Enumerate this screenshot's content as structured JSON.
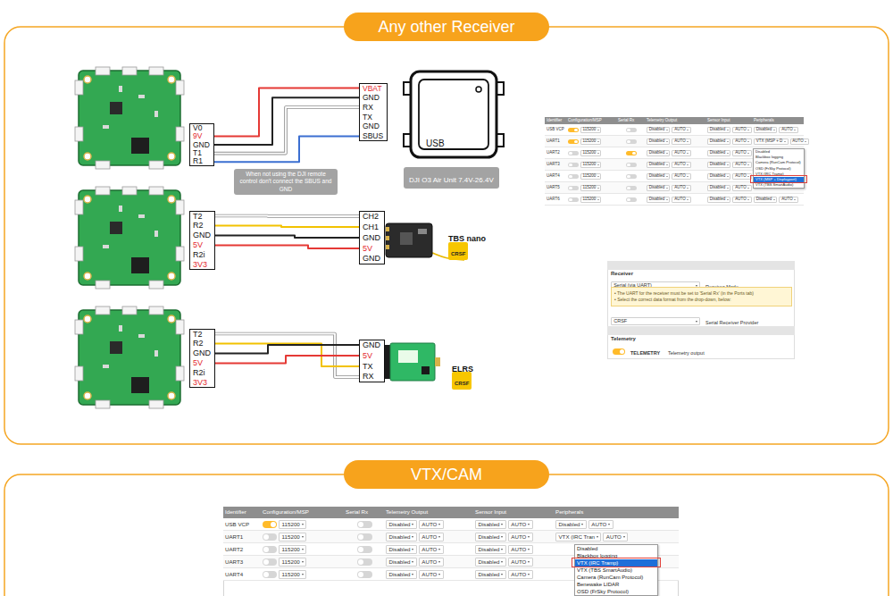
{
  "diagram": {
    "nodes": [
      {
        "text": [
          "Any other Receiver"
        ]
      },
      {
        "text": [
          "V0"
        ]
      },
      {
        "text": [
          "9V"
        ]
      },
      {
        "text": [
          "GND"
        ]
      },
      {
        "text": [
          "T1"
        ]
      },
      {
        "text": [
          "R1"
        ]
      },
      {
        "text": [
          "VBAT"
        ]
      },
      {
        "text": [
          "GND"
        ]
      },
      {
        "text": [
          "RX"
        ]
      },
      {
        "text": [
          "TX"
        ]
      },
      {
        "text": [
          "GND"
        ]
      },
      {
        "text": [
          "SBUS"
        ]
      },
      {
        "text": [
          "When not using the DJI remote control don't connect the SBUS and GND"
        ]
      },
      {
        "text": [
          "DJI O3 Air Unit 7.4V-26.4V"
        ]
      },
      {
        "text": [
          "T2"
        ]
      },
      {
        "text": [
          "R2"
        ]
      },
      {
        "text": [
          "GND"
        ]
      },
      {
        "text": [
          "5V"
        ]
      },
      {
        "text": [
          "R2i"
        ]
      },
      {
        "text": [
          "3V3"
        ]
      },
      {
        "text": [
          "CH2"
        ]
      },
      {
        "text": [
          "CH1"
        ]
      },
      {
        "text": [
          "GND"
        ]
      },
      {
        "text": [
          "5V"
        ]
      },
      {
        "text": [
          "GND"
        ]
      },
      {
        "text": [
          "CRSF"
        ]
      },
      {
        "text": [
          "T2"
        ]
      },
      {
        "text": [
          "R2"
        ]
      },
      {
        "text": [
          "GND"
        ]
      },
      {
        "text": [
          "5V"
        ]
      },
      {
        "text": [
          "R2i"
        ]
      },
      {
        "text": [
          "3V3"
        ]
      },
      {
        "text": [
          "GND"
        ]
      },
      {
        "text": [
          "5V"
        ]
      },
      {
        "text": [
          "TX"
        ]
      },
      {
        "text": [
          "RX"
        ]
      },
      {
        "text": [
          "CRSF"
        ]
      },
      {
        "text": [
          "VTX/CAM"
        ]
      }
    ],
    "edges": [
      {
        "from": 2,
        "to": 6,
        "arrow": "none"
      },
      {
        "from": 3,
        "to": 7,
        "arrow": "none"
      },
      {
        "from": 4,
        "to": 8,
        "arrow": "none"
      },
      {
        "from": 5,
        "to": 11,
        "arrow": "none"
      },
      {
        "from": 14,
        "to": 20,
        "arrow": "none"
      },
      {
        "from": 15,
        "to": 21,
        "arrow": "none"
      },
      {
        "from": 16,
        "to": 22,
        "arrow": "none"
      },
      {
        "from": 17,
        "to": 23,
        "arrow": "none"
      },
      {
        "from": 26,
        "to": 35,
        "arrow": "none"
      },
      {
        "from": 27,
        "to": 34,
        "arrow": "none"
      },
      {
        "from": 28,
        "to": 32,
        "arrow": "none"
      },
      {
        "from": 29,
        "to": 33,
        "arrow": "none"
      }
    ],
    "labels": [
      "USB",
      "TBS nano",
      "ELRS",
      "Identifier",
      "Configuration/MSP",
      "Serial Rx",
      "Telemetry Output",
      "Sensor Input",
      "Peripherals",
      "USB VCP",
      "115200",
      "Disabled",
      "AUTO",
      "Disabled",
      "AUTO",
      "Disabled",
      "AUTO",
      "UART1",
      "115200",
      "Disabled",
      "AUTO",
      "Disabled",
      "AUTO",
      "VTX (MSP + D",
      "AUTO",
      "UART2",
      "115200",
      "Disabled",
      "AUTO",
      "Disabled",
      "AUTO",
      "UART3",
      "115200",
      "Disabled",
      "AUTO",
      "Disabled",
      "AUTO",
      "UART4",
      "115200",
      "Disabled",
      "AUTO",
      "Disabled",
      "AUTO",
      "UART5",
      "115200",
      "Disabled",
      "AUTO",
      "Disabled",
      "AUTO",
      "UART6",
      "115200",
      "Disabled",
      "AUTO",
      "Disabled",
      "AUTO",
      "Disabled",
      "AUTO",
      "Disabled",
      "Blackbox logging",
      "Camera (RunCam Protocol)",
      "OSD (FrSky Protocol)",
      "VTX (IRC Tramp)",
      "VTX (MSP + Displayport)",
      "VTX (TBS SmartAudio)",
      "Receiver",
      "Serial (via UART)",
      "Receiver Mode",
      "• The UART for the receiver must be set to 'Serial Rx' (in the Ports tab)",
      "• Select the correct data format from the drop-down, below:",
      "CRSF",
      "Serial Receiver Provider",
      "Telemetry",
      "TELEMETRY",
      "Telemetry output",
      "Identifier",
      "Configuration/MSP",
      "Serial Rx",
      "Telemetry Output",
      "Sensor Input",
      "Peripherals",
      "USB VCP",
      "115200",
      "Disabled",
      "AUTO",
      "Disabled",
      "AUTO",
      "Disabled",
      "AUTO",
      "UART1",
      "115200",
      "Disabled",
      "AUTO",
      "Disabled",
      "AUTO",
      "VTX (IRC Tran",
      "AUTO",
      "UART2",
      "115200",
      "Disabled",
      "AUTO",
      "Disabled",
      "AUTO",
      "UART3",
      "115200",
      "Disabled",
      "AUTO",
      "Disabled",
      "AUTO",
      "UART4",
      "115200",
      "Disabled",
      "AUTO",
      "Disabled",
      "AUTO",
      "Disabled",
      "Blackbox logging",
      "VTX (IRC Tramp)",
      "VTX (TBS SmartAudio)",
      "Camera (RunCam Protocol)",
      "Benewake LIDAR",
      "OSD (FrSky Protocol)"
    ]
  }
}
